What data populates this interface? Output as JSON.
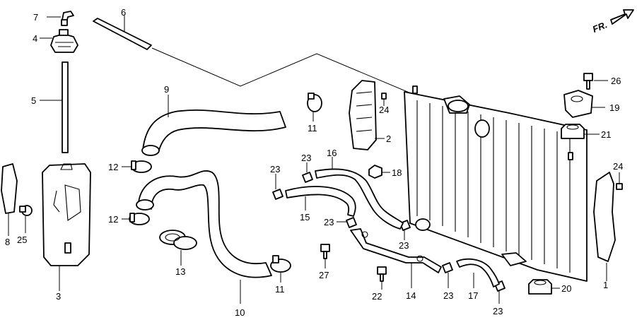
{
  "direction_label": "FR.",
  "labels": {
    "p1": "1",
    "p2": "2",
    "p3": "3",
    "p4": "4",
    "p5": "5",
    "p6": "6",
    "p7": "7",
    "p8": "8",
    "p9": "9",
    "p10": "10",
    "p11a": "11",
    "p11b": "11",
    "p12a": "12",
    "p12b": "12",
    "p13": "13",
    "p14": "14",
    "p15": "15",
    "p16": "16",
    "p17": "17",
    "p18": "18",
    "p19": "19",
    "p20": "20",
    "p21": "21",
    "p22": "22",
    "p23a": "23",
    "p23b": "23",
    "p23c": "23",
    "p23d": "23",
    "p23e": "23",
    "p23f": "23",
    "p24a": "24",
    "p24b": "24",
    "p25": "25",
    "p26": "26",
    "p27": "27"
  }
}
